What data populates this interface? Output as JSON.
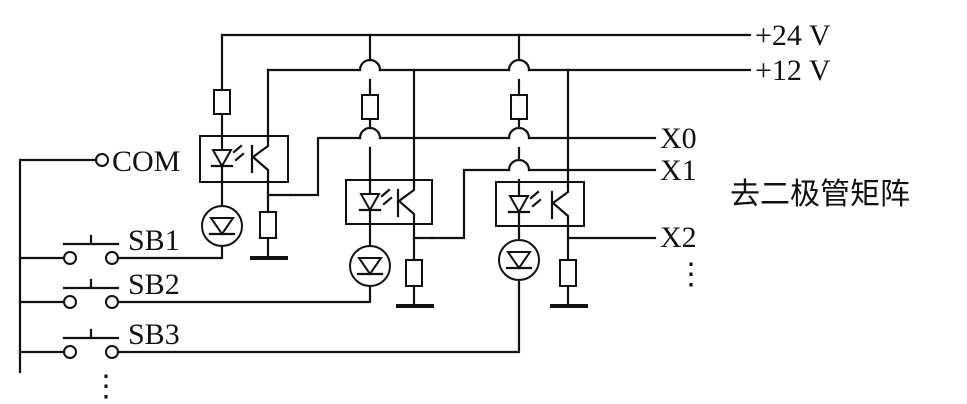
{
  "labels": {
    "v24": "+24 V",
    "v12": "+12 V",
    "com": "COM",
    "x0": "X0",
    "x1": "X1",
    "x2": "X2",
    "sb1": "SB1",
    "sb2": "SB2",
    "sb3": "SB3",
    "caption": "去二极管矩阵",
    "dots_right": "⋮",
    "dots_left": "⋮"
  }
}
